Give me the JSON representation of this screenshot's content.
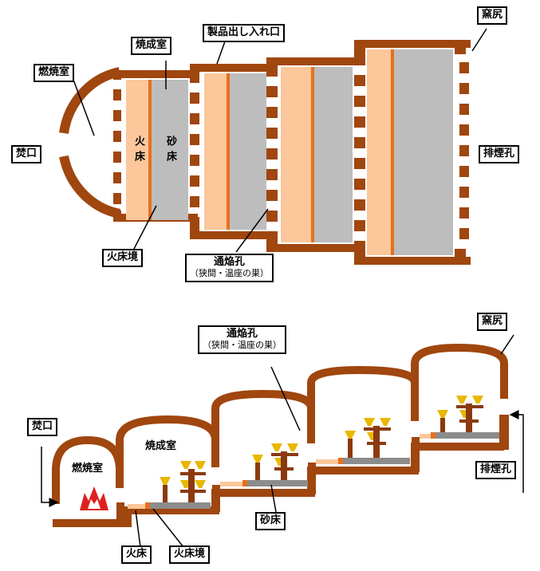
{
  "top": {
    "kiln_tail": "窯尻",
    "product_door": "製品出し入れ口",
    "firing_room": "焼成室",
    "combustion_room": "燃焼室",
    "stoke_hole": "焚口",
    "flue_holes": "排煙孔",
    "fire_bed": "火床",
    "sand_bed": "砂床",
    "fire_bed_boundary": "火床境",
    "flame_passage": "通焔孔",
    "flame_passage_sub": "（狭間・温座の巣）"
  },
  "bottom": {
    "flame_passage": "通焔孔",
    "flame_passage_sub": "（狭間・温座の巣）",
    "kiln_tail": "窯尻",
    "stoke_hole": "焚口",
    "combustion_room": "燃焼室",
    "firing_room": "焼成室",
    "flue_holes": "排煙孔",
    "sand_bed": "砂床",
    "fire_bed": "火床",
    "fire_bed_boundary": "火床境"
  },
  "colors": {
    "wall": "#a0460f",
    "sand": "#bdbdbd",
    "fire_bed": "#fbc79b",
    "boundary": "#e8701d",
    "ware": "#e8b800",
    "shelf": "#8b3a10",
    "flame": "#e02020"
  }
}
